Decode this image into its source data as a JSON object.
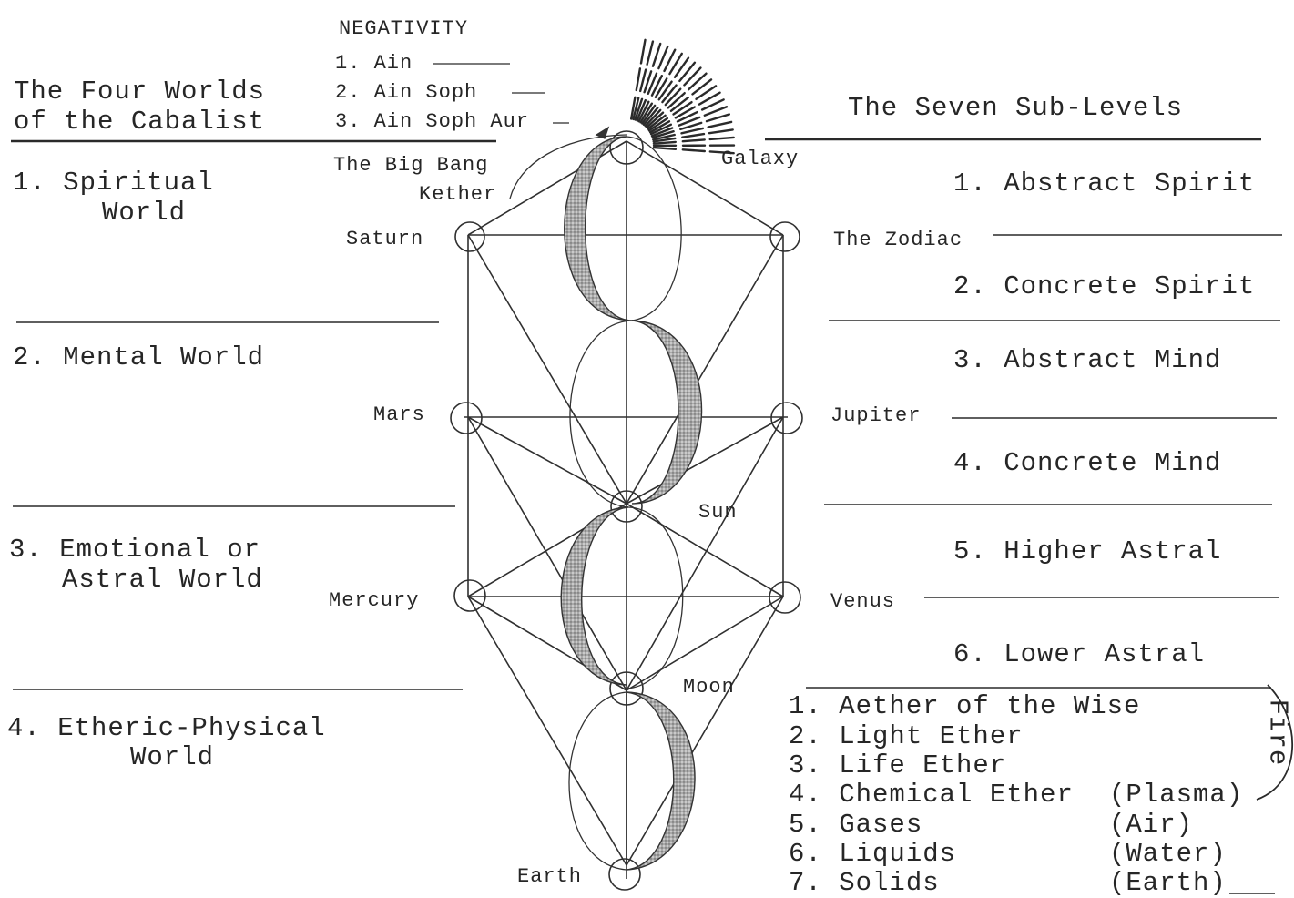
{
  "negativity": {
    "title": "NEGATIVITY",
    "items": [
      "1. Ain",
      "2. Ain Soph",
      "3. Ain Soph Aur"
    ]
  },
  "four_worlds": {
    "title_line1": "The Four Worlds",
    "title_line2": "of the Cabalist",
    "w1_line1": "1. Spiritual",
    "w1_line2": "World",
    "w2": "2. Mental World",
    "w3_line1": "3. Emotional or",
    "w3_line2": "Astral World",
    "w4_line1": "4. Etheric-Physical",
    "w4_line2": "World"
  },
  "sub_levels": {
    "title": "The Seven Sub-Levels",
    "items": [
      "1. Abstract Spirit",
      "2. Concrete Spirit",
      "3. Abstract Mind",
      "4. Concrete Mind",
      "5. Higher Astral",
      "6. Lower Astral"
    ]
  },
  "tree": {
    "big_bang": "The Big Bang",
    "kether": "Kether",
    "galaxy": "Galaxy",
    "saturn": "Saturn",
    "zodiac": "The Zodiac",
    "mars": "Mars",
    "jupiter": "Jupiter",
    "sun": "Sun",
    "mercury": "Mercury",
    "venus": "Venus",
    "moon": "Moon",
    "earth": "Earth"
  },
  "ethers": {
    "items": [
      "1. Aether of the Wise",
      "2. Light Ether",
      "3. Life Ether",
      "4. Chemical Ether",
      "5. Gases",
      "6. Liquids",
      "7. Solids"
    ],
    "plasma": "(Plasma)",
    "air": "(Air)",
    "water": "(Water)",
    "earth": "(Earth)",
    "fire": "Fire"
  },
  "colors": {
    "ink": "#262626",
    "shade": "#8a8a8a"
  }
}
